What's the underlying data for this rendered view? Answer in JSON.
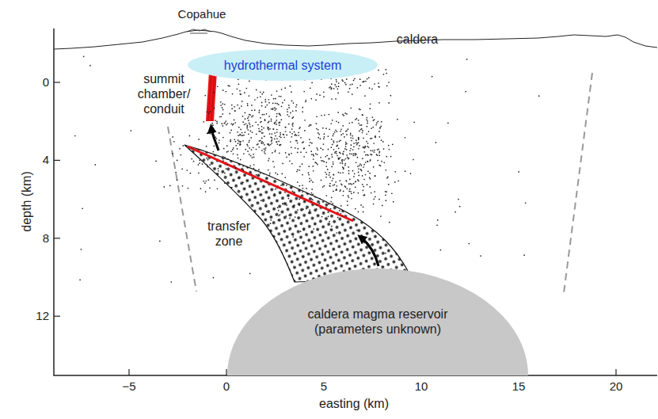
{
  "diagram": {
    "nodes": [
      {
        "text": [
          "hydrothermal system"
        ]
      },
      {
        "text": [
          "caldera magma reservoir",
          "(parameters unknown)"
        ]
      }
    ],
    "labels": [
      "Copahue",
      "caldera",
      "summit chamber/ conduit",
      "transfer zone",
      "depth (km)",
      "easting (km)",
      "0",
      "4",
      "8",
      "12",
      "−5",
      "0",
      "5",
      "10",
      "15",
      "20"
    ]
  }
}
